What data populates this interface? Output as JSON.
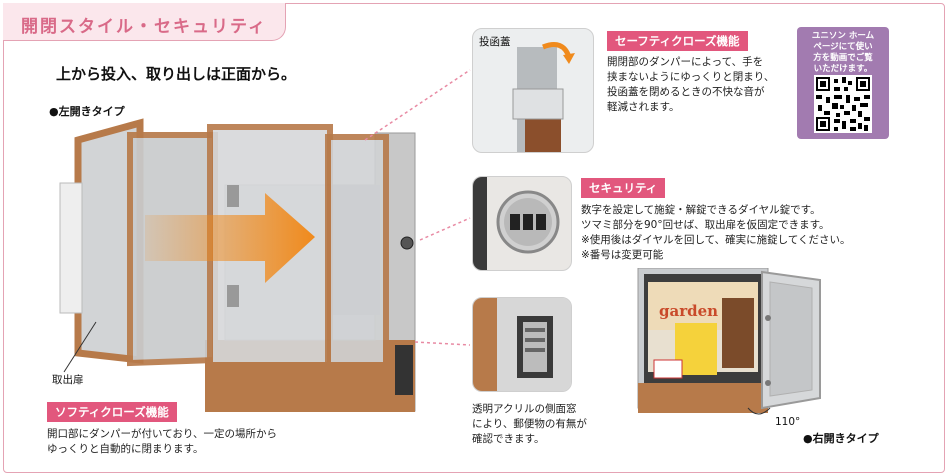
{
  "header": {
    "title": "開閉スタイル・セキュリティ"
  },
  "lead": {
    "text": "上から投入、取り出しは正面から。"
  },
  "main_illustration": {
    "type_label": "●左開きタイプ",
    "door_label": "取出扉"
  },
  "soft_close": {
    "title": "ソフティクローズ機能",
    "lines": [
      "開口部にダンパーが付いており、一定の場所から",
      "ゆっくりと自動的に閉まります。"
    ]
  },
  "safety_close": {
    "photo_label": "投函蓋",
    "title": "セーフティクローズ機能",
    "lines": [
      "開閉部のダンパーによって、手を",
      "挟まないようにゆっくりと閉まり、",
      "投函蓋を閉めるときの不快な音が",
      "軽減されます。"
    ]
  },
  "security": {
    "title": "セキュリティ",
    "lines": [
      "数字を設定して施錠・解錠できるダイヤル錠です。",
      "ツマミ部分を90°回せば、取出扉を仮固定できます。",
      "※使用後はダイヤルを回して、確実に施錠してください。",
      "※番号は変更可能"
    ]
  },
  "side_window": {
    "lines": [
      "透明アクリルの側面窓",
      "により、郵便物の有無が",
      "確認できます。"
    ]
  },
  "right_illustration": {
    "angle_label": "110°",
    "type_label": "●右開きタイプ",
    "magazine_text": "garden"
  },
  "qr": {
    "lines": [
      "ユニソン ホーム",
      "ページにて使い",
      "方を動画でご覧",
      "いただけます。"
    ]
  },
  "colors": {
    "accent_pink": "#e2577d",
    "header_pink": "#d96a88",
    "qr_purple": "#a27bb0",
    "arrow_orange": "#f08a1c",
    "wood": "#b77a4a"
  }
}
